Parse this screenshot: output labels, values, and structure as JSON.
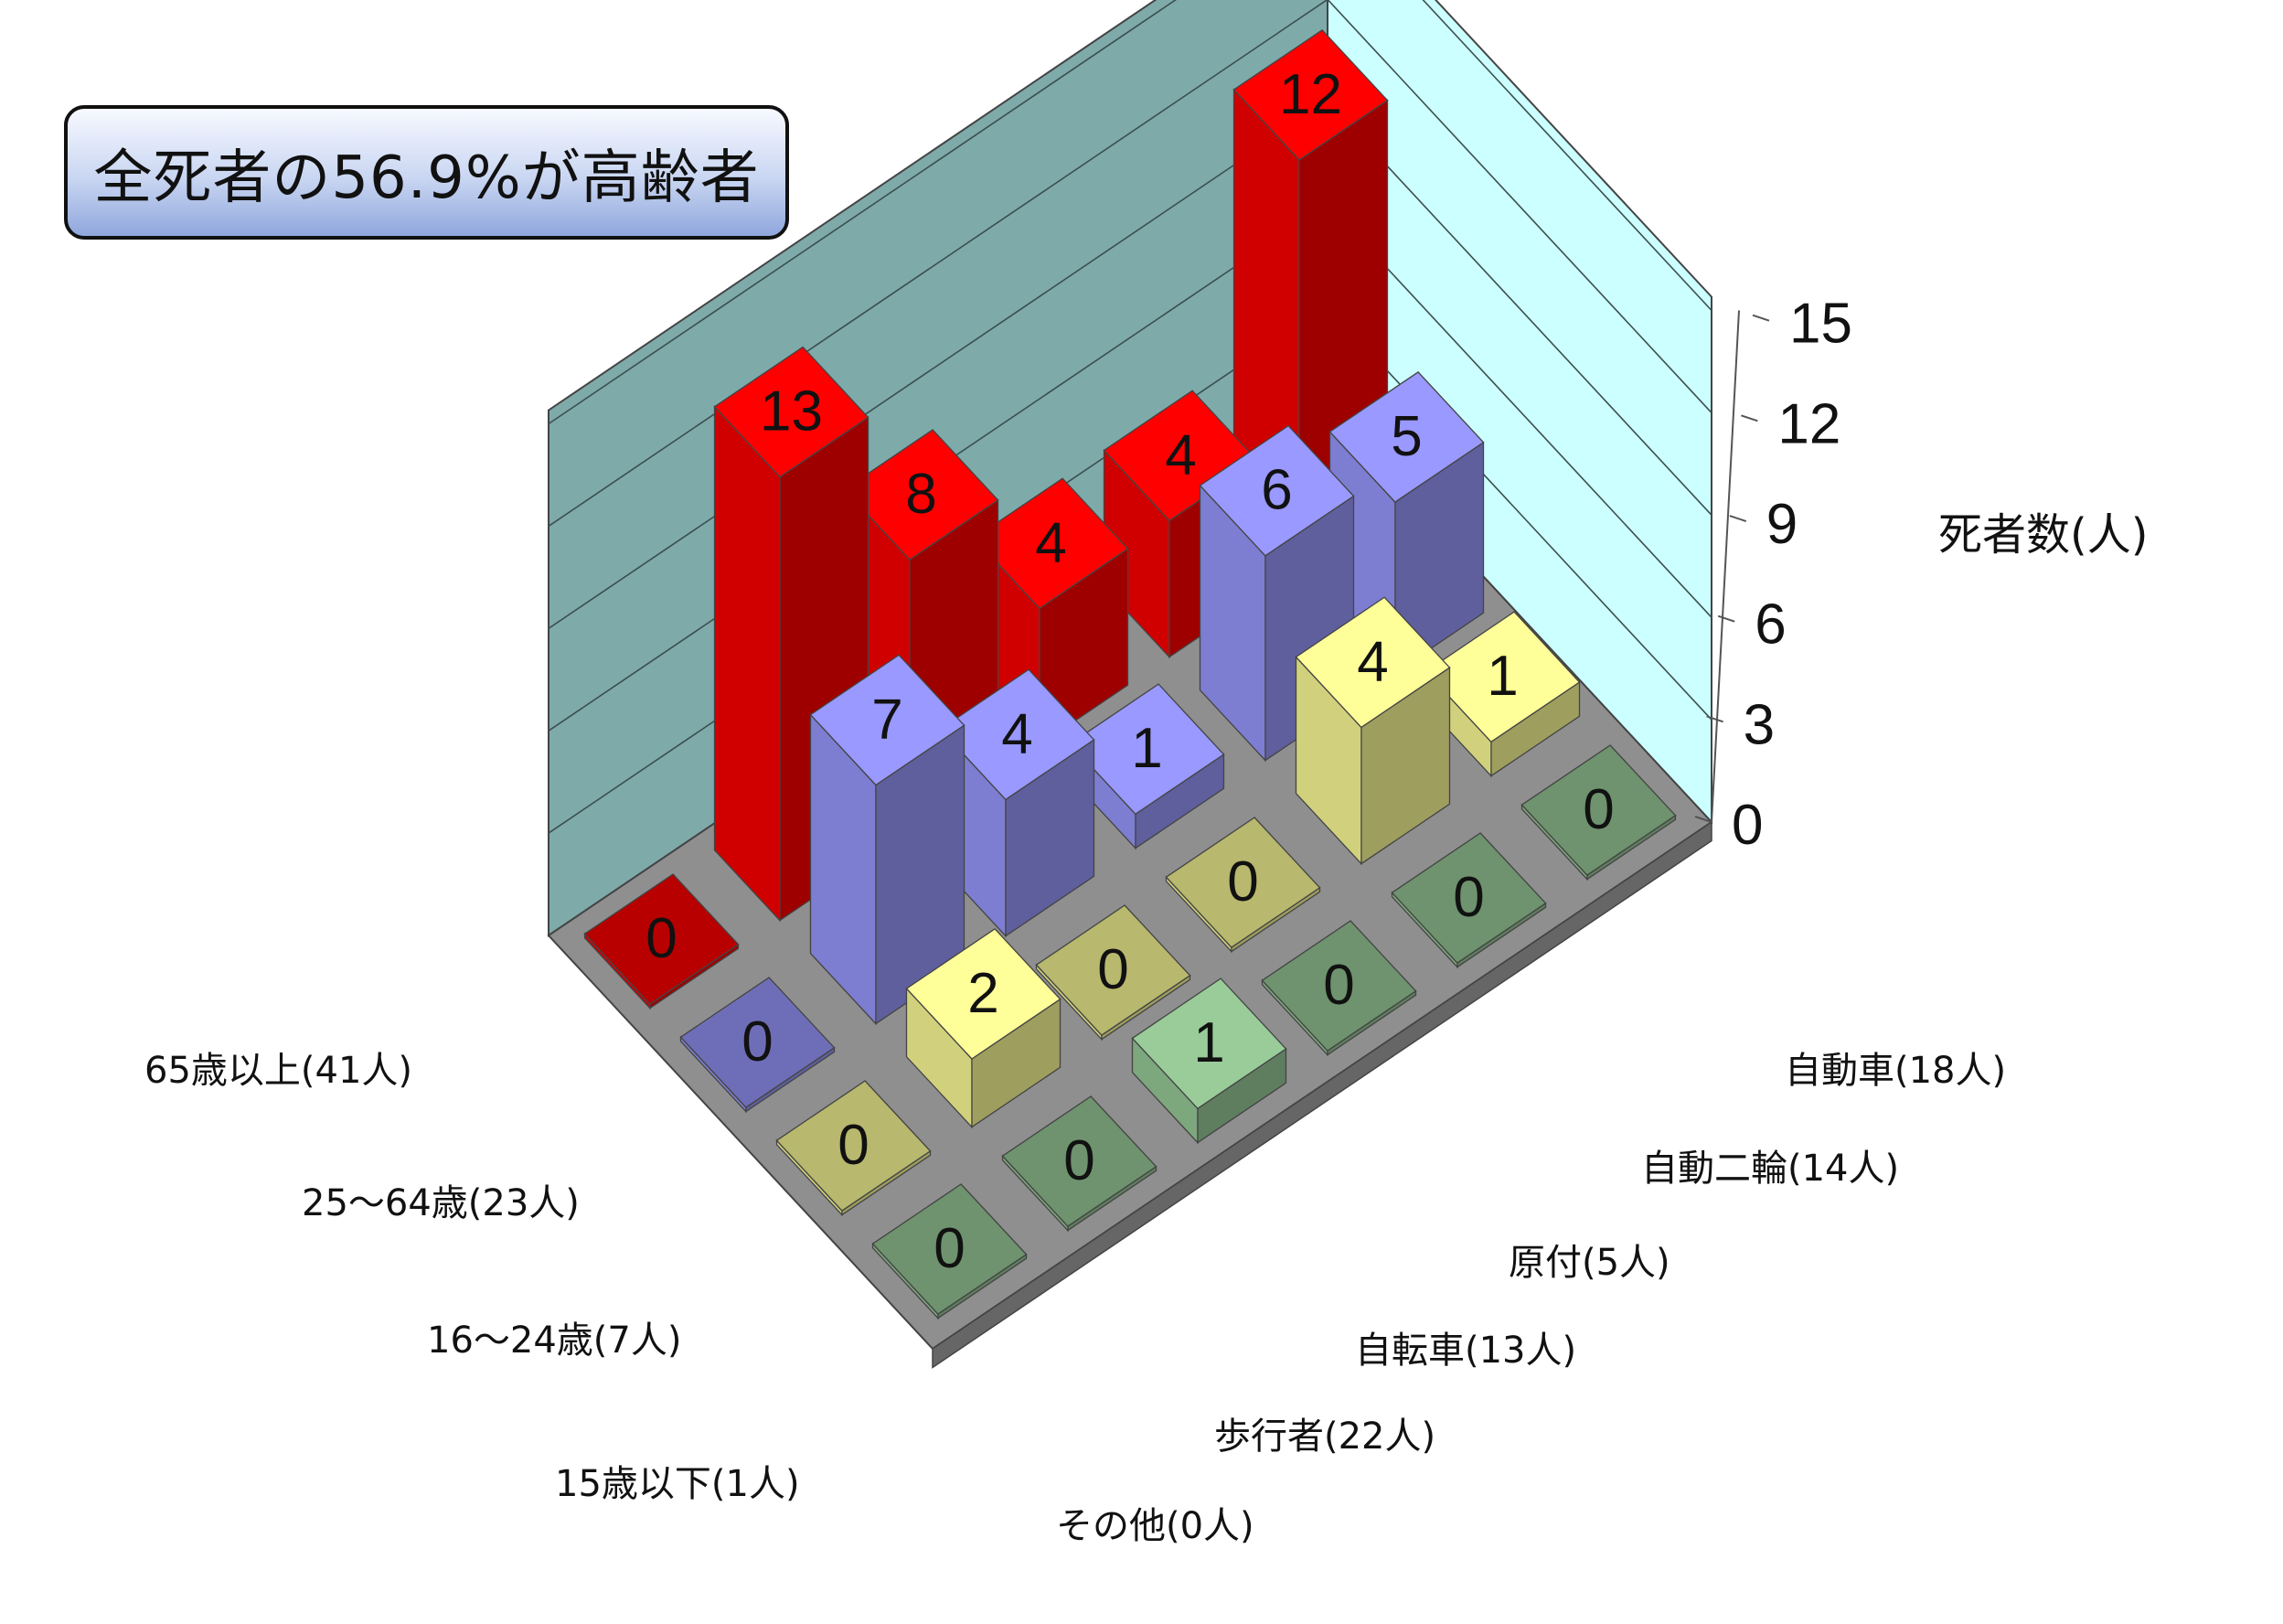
{
  "chart_data": {
    "type": "bar",
    "subtype": "3d-grid",
    "title": "",
    "annotation": "全死者の56.9%が高齢者",
    "zlabel": "死者数(人)",
    "zlim": [
      0,
      15
    ],
    "zticks": [
      "0",
      "3",
      "6",
      "9",
      "12",
      "15"
    ],
    "grid": true,
    "age_groups": [
      "65歳以上(41人)",
      "25～64歳(23人)",
      "16～24歳(7人)",
      "15歳以下(1人)"
    ],
    "categories": [
      "その他(0人)",
      "歩行者(22人)",
      "自転車(13人)",
      "原付(5人)",
      "自動二輪(14人)",
      "自動車(18人)"
    ],
    "series": [
      {
        "name": "65歳以上(41人)",
        "color": "#ff0000",
        "values": [
          0,
          13,
          8,
          4,
          4,
          12
        ]
      },
      {
        "name": "25～64歳(23人)",
        "color": "#9999ff",
        "values": [
          0,
          7,
          4,
          1,
          6,
          5
        ]
      },
      {
        "name": "16～24歳(7人)",
        "color": "#ffff99",
        "values": [
          0,
          2,
          0,
          0,
          4,
          1
        ]
      },
      {
        "name": "15歳以下(1人)",
        "color": "#99cc99",
        "values": [
          0,
          0,
          1,
          0,
          0,
          0
        ]
      }
    ]
  }
}
